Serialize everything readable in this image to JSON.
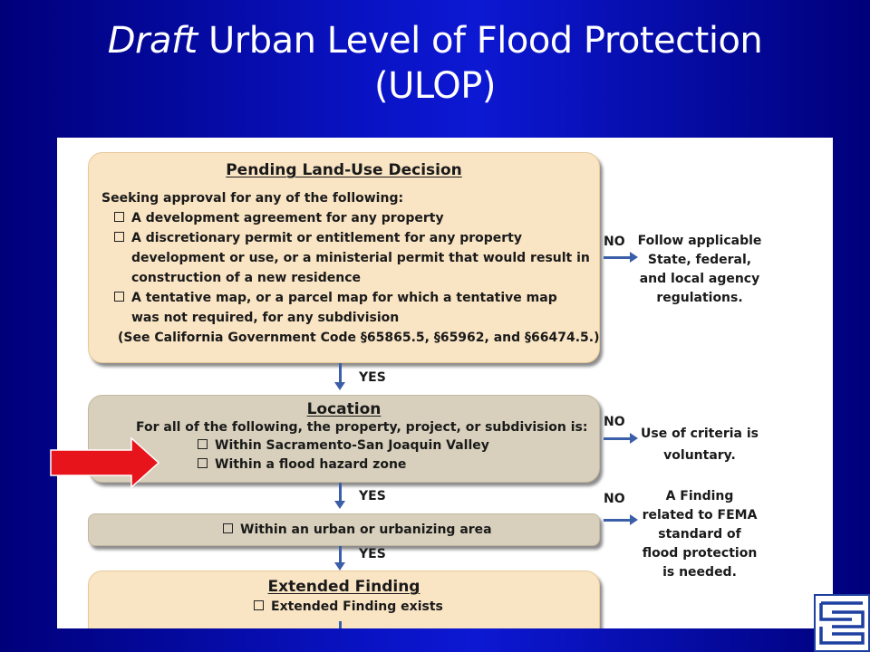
{
  "title": {
    "italic": "Draft",
    "line1_rest": " Urban Level of Flood Protection",
    "line2": "(ULOP)"
  },
  "flowchart": {
    "pending": {
      "heading": "Pending Land-Use Decision",
      "intro": "Seeking approval for any of the following:",
      "items": [
        "A development agreement for any property",
        "A discretionary permit or entitlement for any property",
        "development or use, or a ministerial permit that would result in",
        "construction of a new residence",
        "A tentative map, or a parcel map for which a tentative map",
        "was not required, for any subdivision",
        "(See California Government Code §65865.5, §65962, and §66474.5.)"
      ],
      "no_label": "NO",
      "no_outcome": [
        "Follow applicable",
        "State, federal,",
        "and local agency",
        "regulations."
      ]
    },
    "yes1": "YES",
    "location": {
      "heading": "Location",
      "intro": "For all of the following, the property, project, or subdivision is:",
      "items": [
        "Within Sacramento-San Joaquin Valley",
        "Within a flood hazard zone"
      ],
      "no_label": "NO",
      "no_outcome": [
        "Use of criteria is",
        "voluntary."
      ]
    },
    "yes2": "YES",
    "urban": {
      "item": "Within an urban or urbanizing area",
      "no_label": "NO",
      "no_outcome": [
        "A Finding",
        "related to FEMA",
        "standard of",
        "flood protection",
        "is needed."
      ]
    },
    "yes3": "YES",
    "extended": {
      "heading": "Extended Finding",
      "item": "Extended Finding exists"
    }
  },
  "colors": {
    "background": "#0a14c8",
    "peach_box": "#f9e4c3",
    "tan_box": "#d8d0bc",
    "flow_arrow": "#3b5ea8",
    "pointer_arrow": "#e8141c"
  },
  "icons": {
    "pointer": "red-right-arrow",
    "logo": "corner-logo-icon"
  }
}
